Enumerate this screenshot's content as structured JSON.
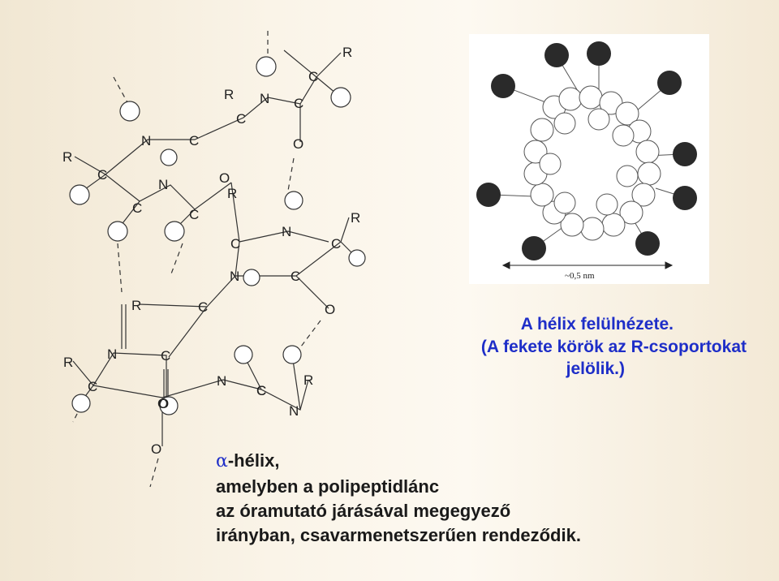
{
  "helix_labels": [
    "R",
    "N",
    "C",
    "C",
    "N",
    "R",
    "C",
    "N",
    "C",
    "O",
    "R",
    "C",
    "C",
    "O",
    "C",
    "C",
    "R",
    "N",
    "C",
    "R",
    "C",
    "N",
    "C",
    "O",
    "R",
    "C",
    "R",
    "N",
    "C",
    "C",
    "O",
    "N",
    "C",
    "R",
    "O",
    "N",
    "O"
  ],
  "topview": {
    "scale_label": "~0,5 nm"
  },
  "caption_blue": {
    "line1": "A hélix felülnézete.",
    "line2": "(A fekete körök az R-csoportokat",
    "line3": "jelölik.)"
  },
  "caption_black": {
    "alpha": "α",
    "title": "-hélix,",
    "line1": "amelyben a polipeptidlánc",
    "line2": "az óramutató járásával megegyező",
    "line3": "irányban, csavarmenetszerűen rendeződik."
  },
  "colors": {
    "caption_blue": "#1e2ec8",
    "r_group": "#2a2a2a",
    "atom_fill": "#ffffff"
  }
}
